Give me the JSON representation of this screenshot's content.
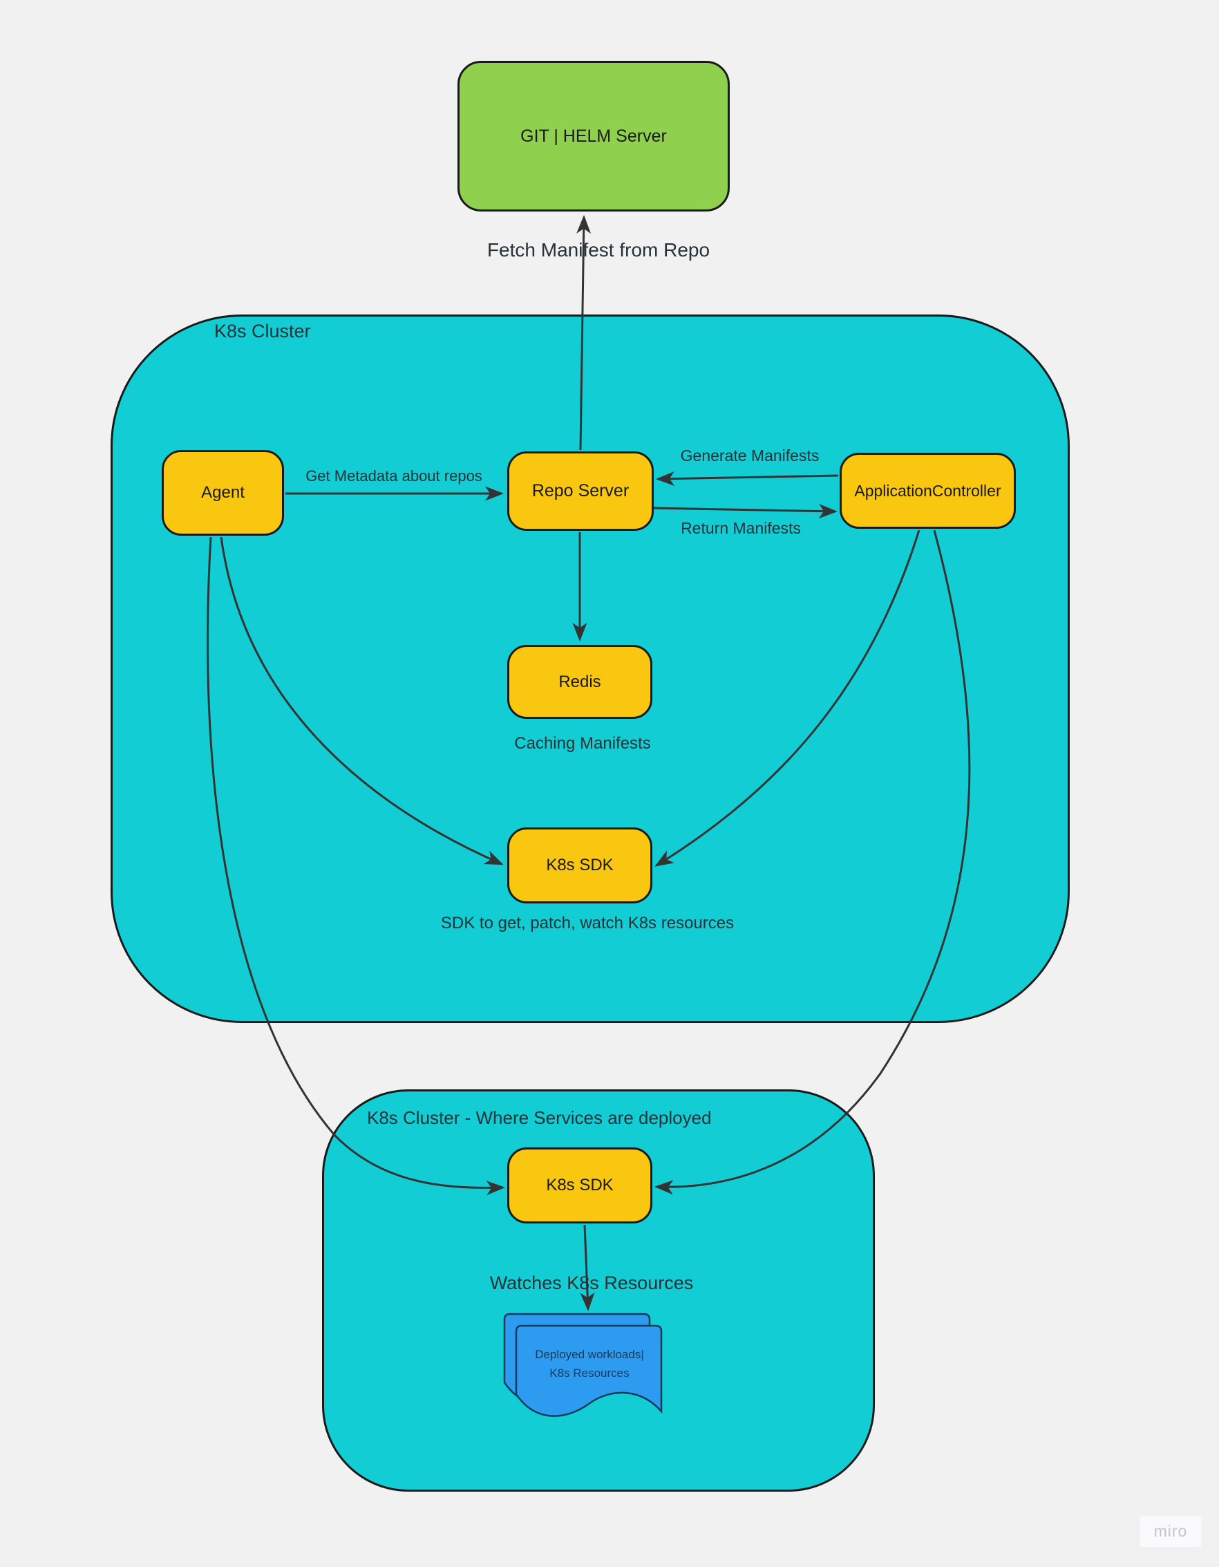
{
  "external_node": {
    "label": "GIT | HELM Server"
  },
  "clusters": {
    "main": {
      "label": "K8s Cluster"
    },
    "deploy": {
      "label": "K8s Cluster - Where Services are deployed"
    }
  },
  "nodes": {
    "agent": {
      "label": "Agent"
    },
    "repo_server": {
      "label": "Repo Server"
    },
    "app_controller": {
      "label": "ApplicationController"
    },
    "redis": {
      "label": "Redis"
    },
    "k8s_sdk_main": {
      "label": "K8s SDK"
    },
    "k8s_sdk_deploy": {
      "label": "K8s SDK"
    }
  },
  "edge_labels": {
    "fetch_manifest": "Fetch Manifest from Repo",
    "get_metadata": "Get Metadata about repos",
    "generate_manifests": "Generate Manifests",
    "return_manifests": "Return Manifests"
  },
  "captions": {
    "redis_caption": "Caching Manifests",
    "sdk_caption": "SDK to get, patch, watch K8s resources",
    "watch_caption": "Watches K8s Resources"
  },
  "document_node": {
    "line1": "Deployed workloads|",
    "line2": "K8s Resources"
  },
  "watermark": "miro",
  "colors": {
    "cluster_fill": "#12CDD4",
    "node_fill": "#FAC710",
    "external_fill": "#8FD14F",
    "document_fill": "#2D9BF0",
    "stroke": "#1A1A1A",
    "edge": "#333333",
    "background": "#F1F1F1",
    "label_text": "#263238",
    "node_text": "#1A1A1A",
    "document_text": "#163A5C",
    "document_stroke": "#163A5C",
    "watermark_text": "#C6C4D2"
  }
}
